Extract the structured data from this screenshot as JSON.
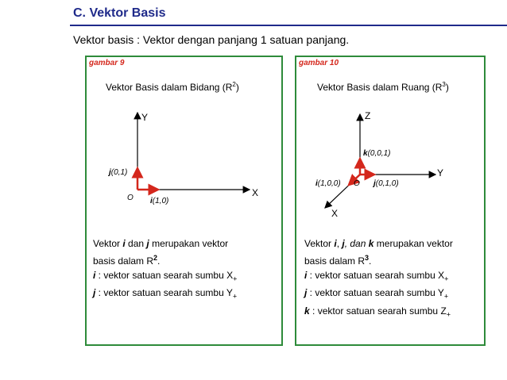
{
  "header": {
    "title": "C. Vektor Basis"
  },
  "intro": "Vektor basis : Vektor dengan panjang 1 satuan panjang.",
  "left": {
    "caption": "gambar 9",
    "title_pre": "Vektor Basis dalam Bidang (R",
    "title_sup": "2",
    "title_post": ")",
    "axis_y": "Y",
    "axis_x": "X",
    "origin": "O",
    "j_bold": "j",
    "j_rest": "(0,1)",
    "i_bold": "i",
    "i_rest": "(1,0)",
    "desc": {
      "l1_a": "Vektor ",
      "l1_i": "i",
      "l1_b": " dan ",
      "l1_j": "j",
      "l1_c": " merupakan vektor",
      "l2_a": "basis dalam R",
      "l2_sup": "2",
      "l2_b": ".",
      "l3_v": "i",
      "l3_t": "  :  vektor satuan searah sumbu X",
      "l3_sub": "+",
      "l4_v": "j",
      "l4_t": "  :  vektor satuan searah sumbu Y",
      "l4_sub": "+"
    }
  },
  "right": {
    "caption": "gambar 10",
    "title_pre": "Vektor Basis dalam Ruang (R",
    "title_sup": "3",
    "title_post": ")",
    "axis_z": "Z",
    "axis_y": "Y",
    "axis_x": "X",
    "origin": "O",
    "k_bold": "k",
    "k_rest": "(0,0,1)",
    "i_bold": "i",
    "i_rest": "(1,0,0)",
    "j_bold": "j",
    "j_rest": "(0,1,0)",
    "desc": {
      "l1_a": "Vektor ",
      "l1_i": "i",
      "l1_c1": ", ",
      "l1_j": "j",
      "l1_c2": ", dan ",
      "l1_k": "k",
      "l1_b": " merupakan vektor",
      "l2_a": "basis dalam R",
      "l2_sup": "3",
      "l2_b": ".",
      "l3_v": "i",
      "l3_t": "  :  vektor satuan searah sumbu X",
      "l3_sub": "+",
      "l4_v": "j",
      "l4_t": "  :  vektor satuan searah sumbu Y",
      "l4_sub": "+",
      "l5_v": "k",
      "l5_t": " :  vektor satuan searah sumbu Z",
      "l5_sub": "+"
    }
  },
  "colors": {
    "title": "#1f2a8a",
    "panel_border": "#2e8b3a",
    "vector": "#d4271c"
  }
}
